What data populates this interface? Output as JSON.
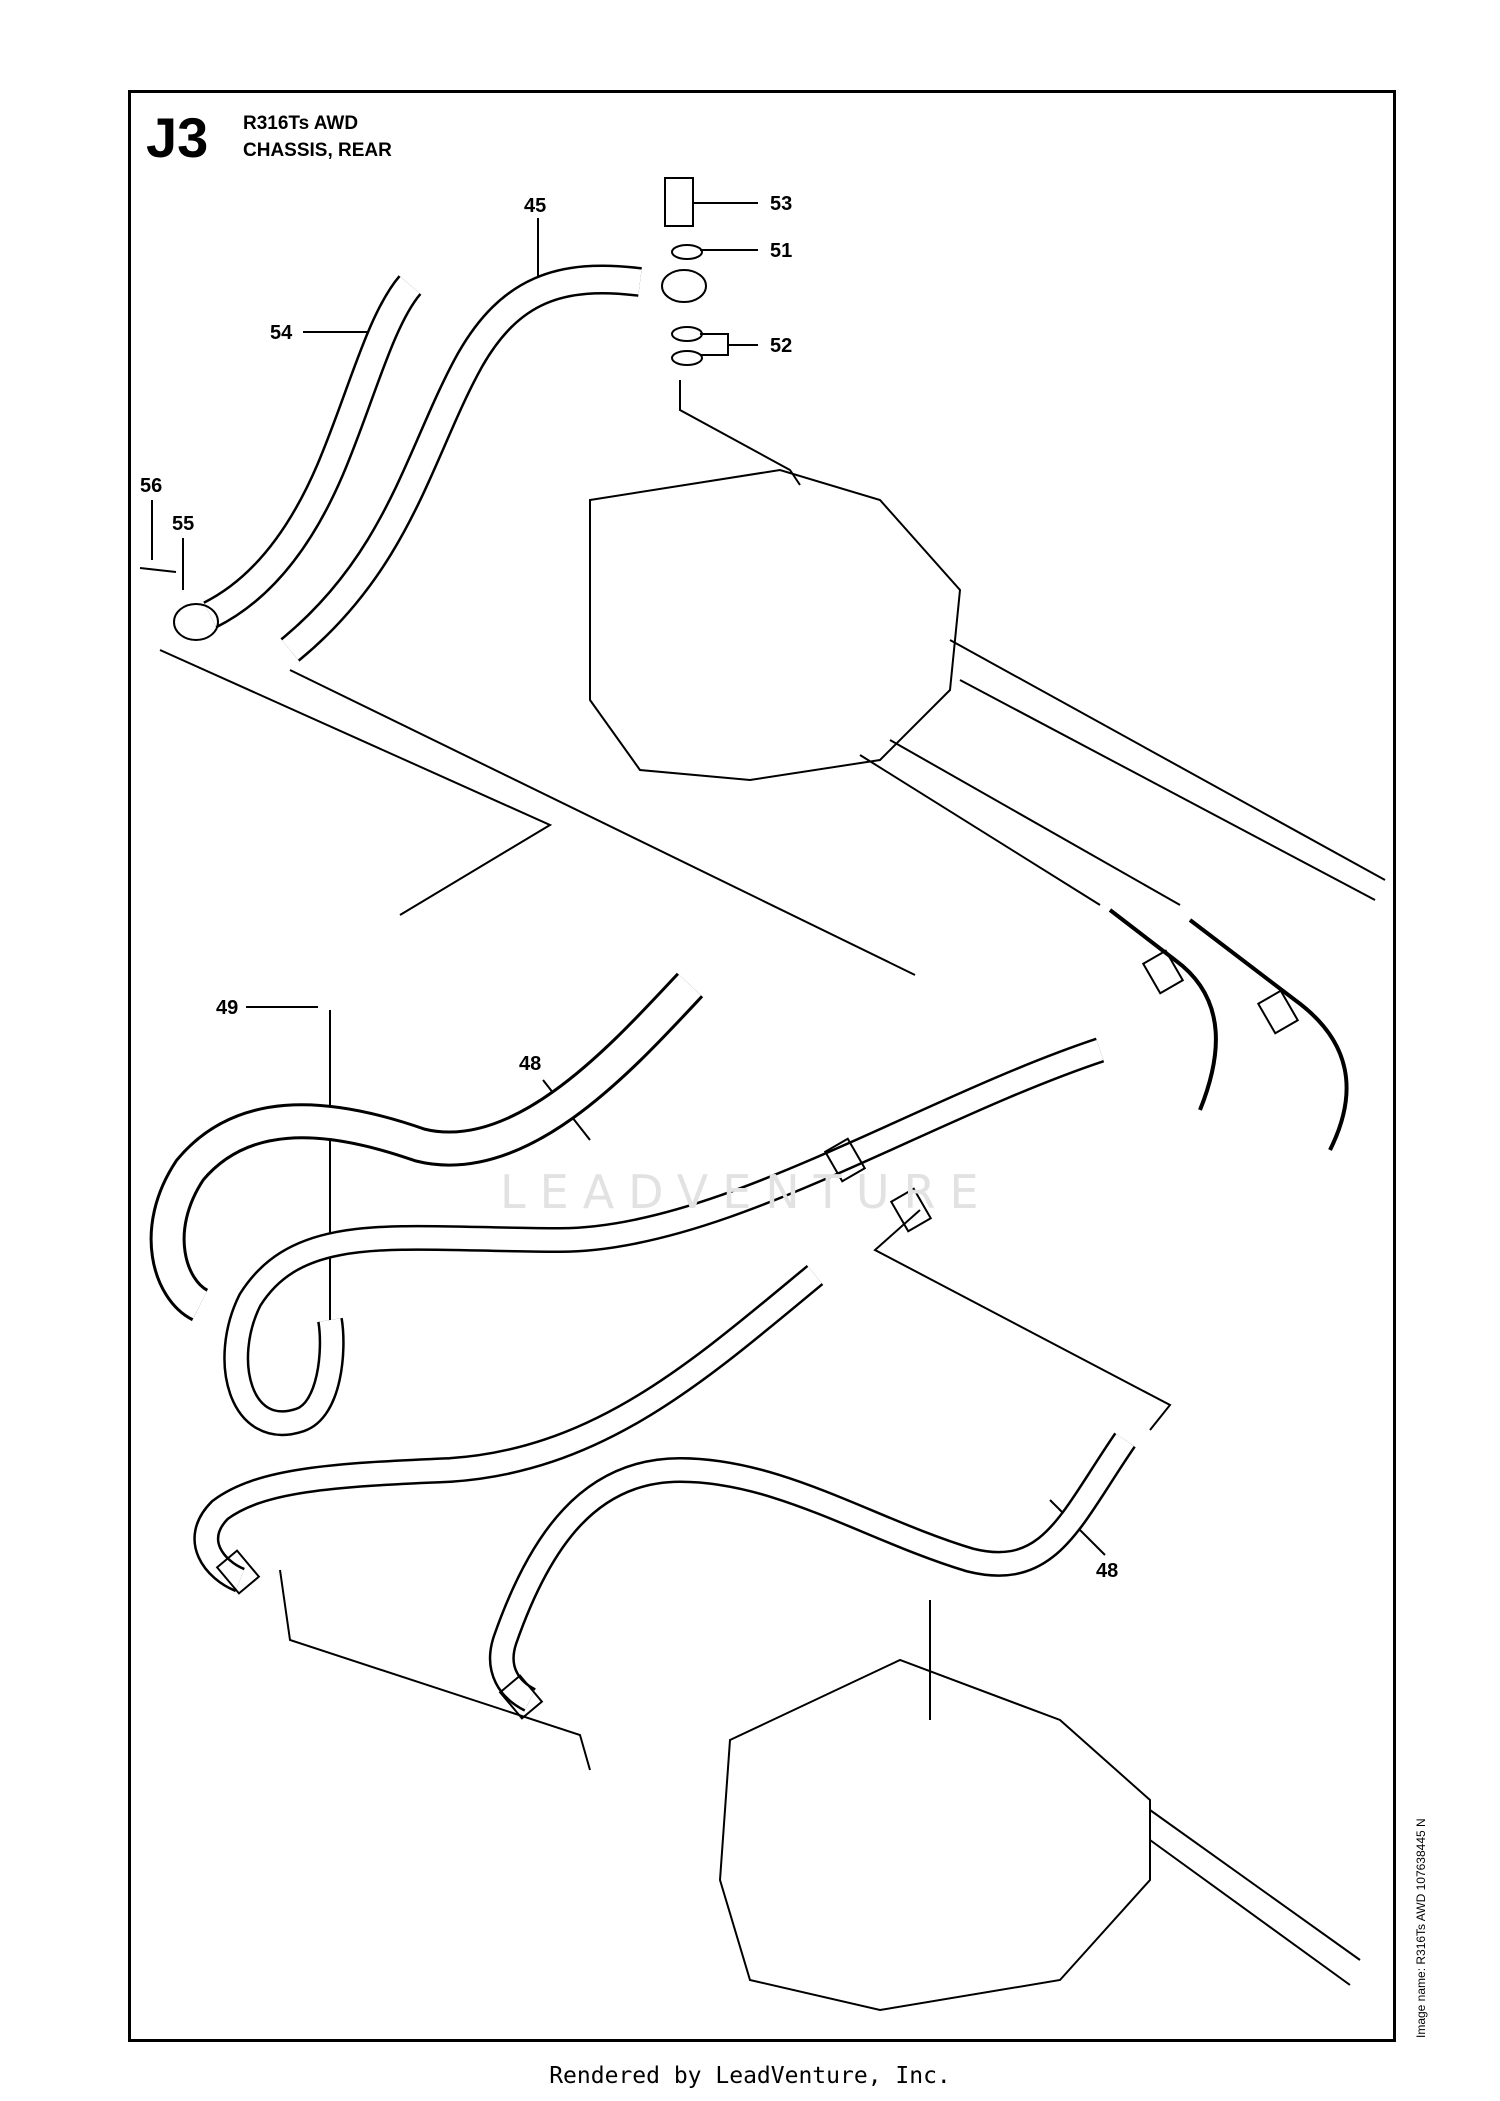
{
  "header": {
    "section_code": "J3",
    "model": "R316Ts AWD",
    "title": "CHASSIS, REAR"
  },
  "callouts": [
    {
      "id": "53",
      "label": "53"
    },
    {
      "id": "51",
      "label": "51"
    },
    {
      "id": "45",
      "label": "45"
    },
    {
      "id": "52",
      "label": "52"
    },
    {
      "id": "54",
      "label": "54"
    },
    {
      "id": "56",
      "label": "56"
    },
    {
      "id": "55",
      "label": "55"
    },
    {
      "id": "49",
      "label": "49"
    },
    {
      "id": "48a",
      "label": "48"
    },
    {
      "id": "48b",
      "label": "48"
    }
  ],
  "side_note": "Image name: R316Ts AWD 107638445 N",
  "watermark": "LEADVENTURE",
  "footer": "Rendered by LeadVenture, Inc.",
  "colors": {
    "line": "#000000",
    "watermark": "#e2e2e2",
    "background": "#ffffff"
  }
}
